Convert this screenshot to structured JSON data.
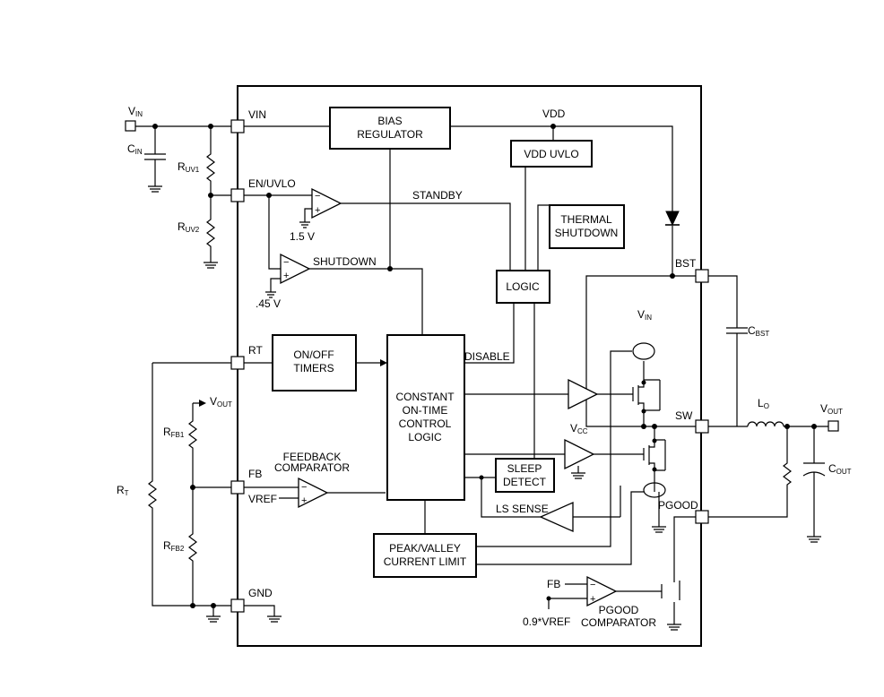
{
  "pins": {
    "vin": "VIN",
    "en_uvlo": "EN/UVLO",
    "rt": "RT",
    "fb": "FB",
    "gnd": "GND",
    "bst": "BST",
    "sw": "SW",
    "pgood": "PGOOD"
  },
  "blocks": {
    "bias_l1": "BIAS",
    "bias_l2": "REGULATOR",
    "vdd_uvlo": "VDD UVLO",
    "thermal_l1": "THERMAL",
    "thermal_l2": "SHUTDOWN",
    "logic": "LOGIC",
    "onoff_l1": "ON/OFF",
    "onoff_l2": "TIMERS",
    "cot_l1": "CONSTANT",
    "cot_l2": "ON-TIME",
    "cot_l3": "CONTROL",
    "cot_l4": "LOGIC",
    "sleep_l1": "SLEEP",
    "sleep_l2": "DETECT",
    "peak_l1": "PEAK/VALLEY",
    "peak_l2": "CURRENT LIMIT"
  },
  "labels": {
    "vdd": "VDD",
    "standby": "STANDBY",
    "shutdown": "SHUTDOWN",
    "v15": "1.5 V",
    "v045": ".45 V",
    "disable": "DISABLE",
    "fb_comp_l1": "FEEDBACK",
    "fb_comp_l2": "COMPARATOR",
    "vref": "VREF",
    "ls_sense": "LS SENSE",
    "fb_in": "FB",
    "vref09": "0.9*VREF",
    "pgood_comp_l1": "PGOOD",
    "pgood_comp_l2": "COMPARATOR",
    "minus": "−",
    "plus": "+"
  },
  "components": {
    "vin_in_main": "V",
    "vin_in_sub": "IN",
    "cin_main": "C",
    "cin_sub": "IN",
    "ruv1_main": "R",
    "ruv1_sub": "UV1",
    "ruv2_main": "R",
    "ruv2_sub": "UV2",
    "vout_fb_main": "V",
    "vout_fb_sub": "OUT",
    "rfb1_main": "R",
    "rfb1_sub": "FB1",
    "rfb2_main": "R",
    "rfb2_sub": "FB2",
    "rt_main": "R",
    "rt_sub": "T",
    "vin_hs_main": "V",
    "vin_hs_sub": "IN",
    "vcc_main": "V",
    "vcc_sub": "CC",
    "cbst_main": "C",
    "cbst_sub": "BST",
    "lo_main": "L",
    "lo_sub": "O",
    "vout_main": "V",
    "vout_sub": "OUT",
    "cout_main": "C",
    "cout_sub": "OUT"
  }
}
